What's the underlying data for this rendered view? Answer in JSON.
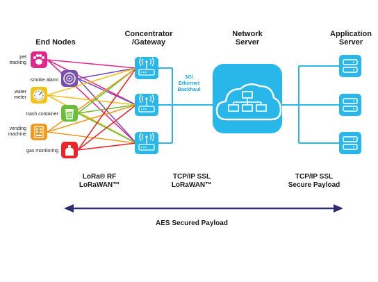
{
  "headers": {
    "end_nodes": "End Nodes",
    "concentrator_line1": "Concentrator",
    "concentrator_line2": "/Gateway",
    "network_line1": "Network",
    "network_line2": "Server",
    "application_line1": "Application",
    "application_line2": "Server"
  },
  "end_nodes": [
    {
      "label_lines": [
        "pet",
        "tracking"
      ],
      "icon": "paw-icon",
      "color": "#e0298c"
    },
    {
      "label_lines": [
        "smoke alarm"
      ],
      "icon": "smoke-alarm-icon",
      "color": "#7a4fb5"
    },
    {
      "label_lines": [
        "water",
        "meter"
      ],
      "icon": "water-meter-icon",
      "color": "#f2c21b"
    },
    {
      "label_lines": [
        "trash container"
      ],
      "icon": "trash-icon",
      "color": "#6abf3a"
    },
    {
      "label_lines": [
        "vending",
        "machine"
      ],
      "icon": "vending-machine-icon",
      "color": "#f29a1e"
    },
    {
      "label_lines": [
        "gas monitoring"
      ],
      "icon": "gas-tag-icon",
      "color": "#e8262d"
    }
  ],
  "gateways": {
    "count": 3,
    "icon": "gateway-router-icon",
    "color": "#29b6e8"
  },
  "backhaul": {
    "line1": "3G/",
    "line2": "Ethernet",
    "line3": "Backhaul"
  },
  "network_server": {
    "icon": "cloud-network-icon",
    "color": "#29b6e8"
  },
  "application_servers": {
    "count": 3,
    "icon": "server-icon",
    "color": "#29b6e8"
  },
  "protocols": {
    "rf_line1": "LoRa® RF",
    "rf_line2": "LoRaWAN™",
    "tcp_line1": "TCP/IP SSL",
    "tcp_line2": "LoRaWAN™",
    "app_line1": "TCP/IP SSL",
    "app_line2": "Secure Payload"
  },
  "aes_label": "AES Secured Payload",
  "colors": {
    "accent": "#29b6e8",
    "arrow": "#2b2d6e",
    "text": "#1a1a1a"
  }
}
